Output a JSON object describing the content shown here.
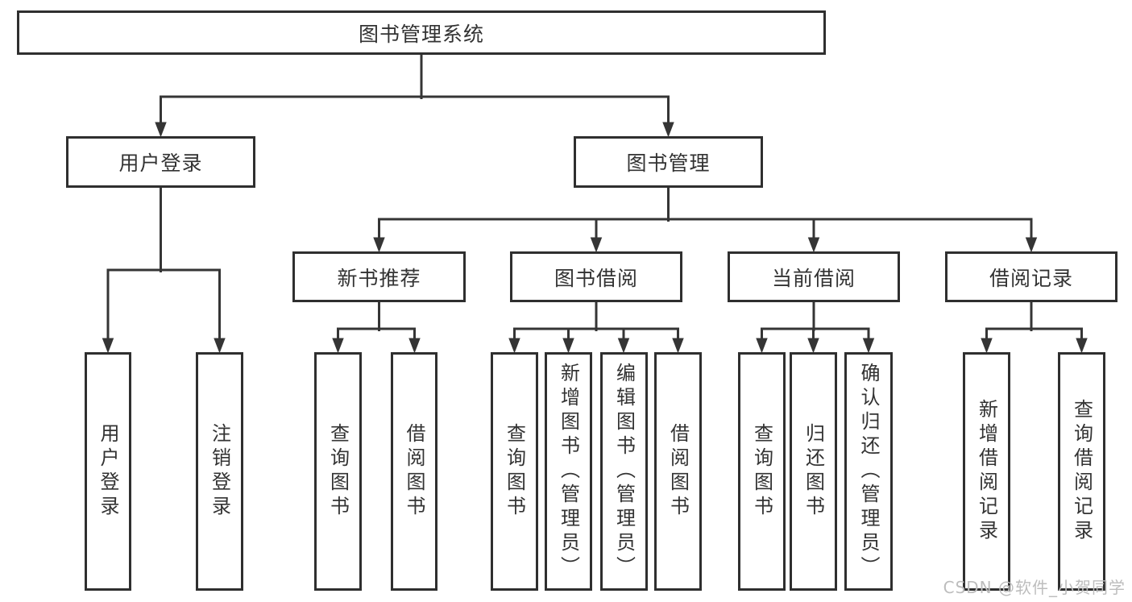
{
  "diagram": {
    "root": {
      "label": "图书管理系统"
    },
    "level2": [
      {
        "label": "用户登录"
      },
      {
        "label": "图书管理"
      }
    ],
    "level3": [
      {
        "label": "新书推荐"
      },
      {
        "label": "图书借阅"
      },
      {
        "label": "当前借阅"
      },
      {
        "label": "借阅记录"
      }
    ],
    "leaves": {
      "user_login": [
        {
          "label": "用户登录"
        },
        {
          "label": "注销登录"
        }
      ],
      "new_book_recommend": [
        {
          "label": "查询图书"
        },
        {
          "label": "借阅图书"
        }
      ],
      "book_borrow": [
        {
          "label": "查询图书"
        },
        {
          "label": "新增图书（管理员）"
        },
        {
          "label": "编辑图书（管理员）"
        },
        {
          "label": "借阅图书"
        }
      ],
      "current_borrow": [
        {
          "label": "查询图书"
        },
        {
          "label": "归还图书"
        },
        {
          "label": "确认归还（管理员）"
        }
      ],
      "borrow_records": [
        {
          "label": "新增借阅记录"
        },
        {
          "label": "查询借阅记录"
        }
      ]
    },
    "watermark": "CSDN @软件_小贺同学",
    "colors": {
      "line": "#353535",
      "border": "#2f2f2f",
      "text": "#333333",
      "watermark": "#bdbdbd",
      "background": "#ffffff"
    }
  }
}
